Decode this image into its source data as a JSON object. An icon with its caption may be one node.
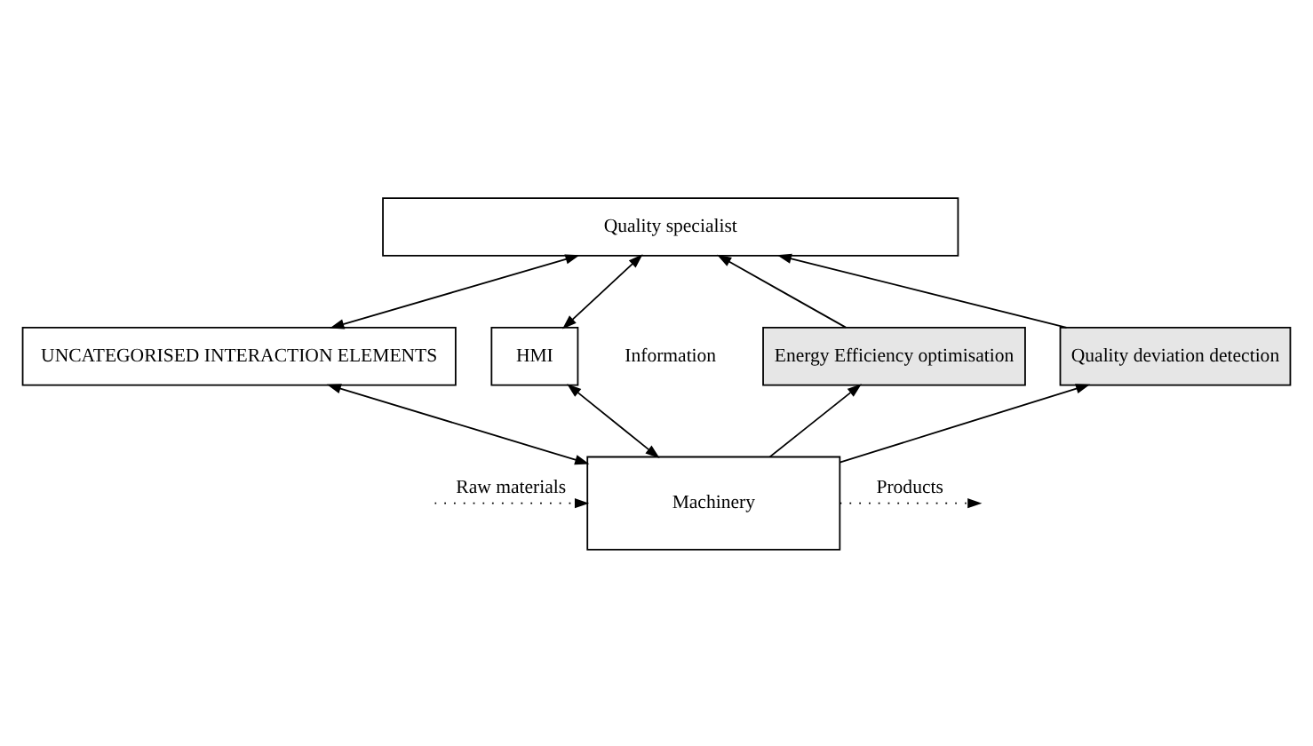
{
  "diagram": {
    "nodes": [
      {
        "text": [
          "Quality specialist"
        ]
      },
      {
        "text": [
          "UNCATEGORISED INTERACTION ELEMENTS"
        ]
      },
      {
        "text": [
          "HMI"
        ]
      },
      {
        "text": [
          "Energy Efficiency optimisation"
        ]
      },
      {
        "text": [
          "Quality deviation detection"
        ]
      },
      {
        "text": [
          "Machinery"
        ]
      }
    ],
    "edges": [
      {
        "from": 0,
        "to": 1,
        "arrow": "both"
      },
      {
        "from": 0,
        "to": 2,
        "arrow": "both"
      },
      {
        "from": 3,
        "to": 0,
        "arrow": "to"
      },
      {
        "from": 4,
        "to": 0,
        "arrow": "to"
      },
      {
        "from": 1,
        "to": 5,
        "arrow": "both"
      },
      {
        "from": 2,
        "to": 5,
        "arrow": "both"
      },
      {
        "from": 5,
        "to": 3,
        "arrow": "to"
      },
      {
        "from": 5,
        "to": 4,
        "arrow": "to"
      },
      {
        "from": null,
        "to": 5,
        "arrow": "to",
        "label": "Raw materials",
        "style": "dashed"
      },
      {
        "from": 5,
        "to": null,
        "arrow": "to",
        "label": "Products",
        "style": "dashed"
      }
    ],
    "labels": [
      "Information"
    ]
  }
}
